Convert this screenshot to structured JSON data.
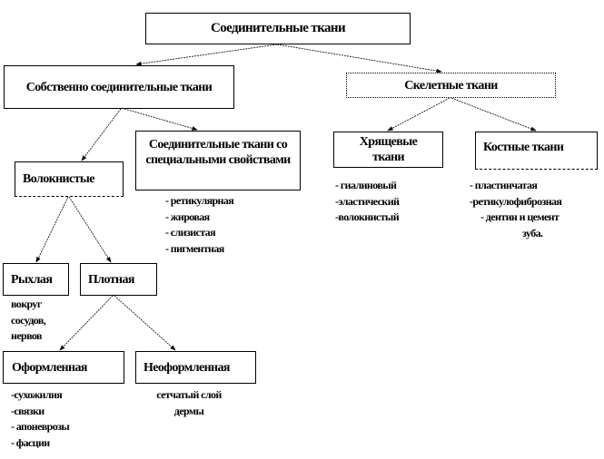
{
  "root": "Соединительные ткани",
  "proper": {
    "label": "Собственно соединительные ткани"
  },
  "skeletal": {
    "label": "Скелетные ткани"
  },
  "fibrous": {
    "label": "Волокнистые"
  },
  "special": {
    "label": "Соединительные ткани со специальными свойствами",
    "items": [
      "- ретикулярная",
      "- жировая",
      "- слизистая",
      "- пигментная"
    ]
  },
  "cartilage": {
    "label": "Хрящевые ткани",
    "items": [
      "- гиалиновый",
      "-эластический",
      "-волокнистый"
    ]
  },
  "bone": {
    "label": "Костные ткани",
    "items": [
      "- пластинчатая",
      "-ретикулофиброзная",
      "- дентин и цемент",
      "зуба."
    ]
  },
  "loose": {
    "label": "Рыхлая",
    "items": [
      "вокруг",
      "сосудов,",
      "нервов"
    ]
  },
  "dense": {
    "label": "Плотная"
  },
  "formed": {
    "label": "Оформленная",
    "items": [
      "-сухожилия",
      "-связки",
      "- апоневрозы",
      "- фасции"
    ]
  },
  "unformed": {
    "label": "Неоформленная",
    "items": [
      "сетчатый слой",
      "дермы"
    ]
  }
}
